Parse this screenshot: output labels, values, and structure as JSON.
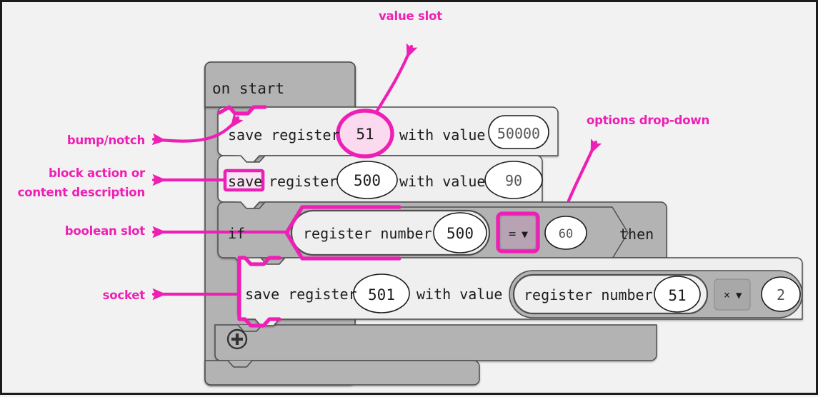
{
  "canvas": {
    "background": "#f2f2f2",
    "border_color": "#1c1c1c",
    "accent_color": "#ee1fb4"
  },
  "annotations": [
    {
      "id": "value-slot",
      "text": "value slot"
    },
    {
      "id": "options-dropdown",
      "text": "options drop-down"
    },
    {
      "id": "bump-notch",
      "text": "bump/notch"
    },
    {
      "id": "block-action-line1",
      "text": "block action or"
    },
    {
      "id": "block-action-line2",
      "text": "content description"
    },
    {
      "id": "boolean-slot",
      "text": "boolean slot"
    },
    {
      "id": "socket",
      "text": "socket"
    }
  ],
  "program": {
    "event_block": {
      "label": "on start"
    },
    "statements": [
      {
        "id": "save-register-51",
        "action": "save register",
        "arg_label": "with value",
        "register": "51",
        "value": "50000",
        "highlight": "register-slot"
      },
      {
        "id": "save-register-500",
        "action": "save",
        "action_rest": "register",
        "arg_label": "with value",
        "register": "500",
        "value": "90",
        "highlight": "action-word"
      },
      {
        "id": "if-then",
        "keyword_if": "if",
        "keyword_then": "then",
        "condition": {
          "reporter_label": "register number",
          "reporter_value": "500",
          "operator": "=",
          "operator_caret": "▼",
          "compare_value": "60"
        },
        "highlight": "boolean-slot"
      },
      {
        "id": "save-register-501",
        "action": "save register",
        "arg_label": "with value",
        "register": "501",
        "value_reporter": {
          "label": "register number",
          "value": "51",
          "operator": "×",
          "operator_caret": "▼",
          "operand": "2"
        },
        "highlight": "socket"
      }
    ],
    "add_button": {
      "icon": "plus-circle-icon",
      "glyph": "+"
    }
  }
}
